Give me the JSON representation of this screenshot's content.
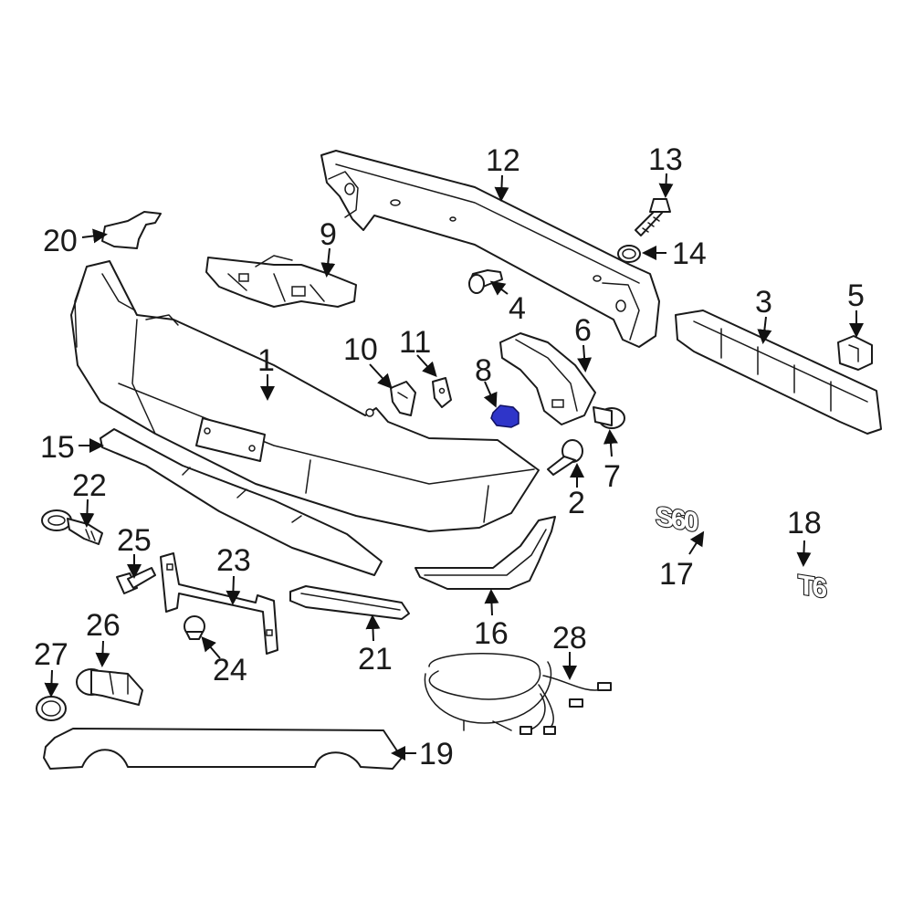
{
  "diagram": {
    "highlight_color": "#2f35c9",
    "callouts": [
      "1",
      "2",
      "3",
      "4",
      "5",
      "6",
      "7",
      "8",
      "9",
      "10",
      "11",
      "12",
      "13",
      "14",
      "15",
      "16",
      "17",
      "18",
      "19",
      "20",
      "21",
      "22",
      "23",
      "24",
      "25",
      "26",
      "27",
      "28"
    ],
    "emblems": {
      "model": "S60",
      "trim": "T6"
    }
  }
}
